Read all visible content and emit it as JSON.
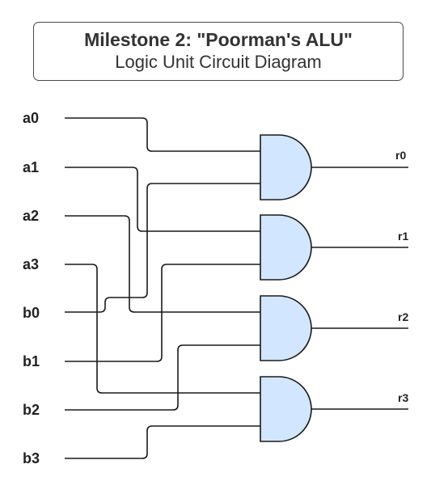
{
  "title": {
    "line1": "Milestone 2: \"Poorman's ALU\"",
    "line2": "Logic Unit Circuit Diagram"
  },
  "inputs": {
    "a0": "a0",
    "a1": "a1",
    "a2": "a2",
    "a3": "a3",
    "b0": "b0",
    "b1": "b1",
    "b2": "b2",
    "b3": "b3"
  },
  "outputs": {
    "r0": "r0",
    "r1": "r1",
    "r2": "r2",
    "r3": "r3"
  },
  "gates": [
    {
      "type": "AND",
      "inputs": [
        "a0",
        "b0"
      ],
      "output": "r0"
    },
    {
      "type": "AND",
      "inputs": [
        "a1",
        "b1"
      ],
      "output": "r1"
    },
    {
      "type": "AND",
      "inputs": [
        "a2",
        "b2"
      ],
      "output": "r2"
    },
    {
      "type": "AND",
      "inputs": [
        "a3",
        "b3"
      ],
      "output": "r3"
    }
  ],
  "colors": {
    "gate_fill": "#d2e6ff",
    "stroke": "#1a1a1a",
    "text": "#222222"
  }
}
